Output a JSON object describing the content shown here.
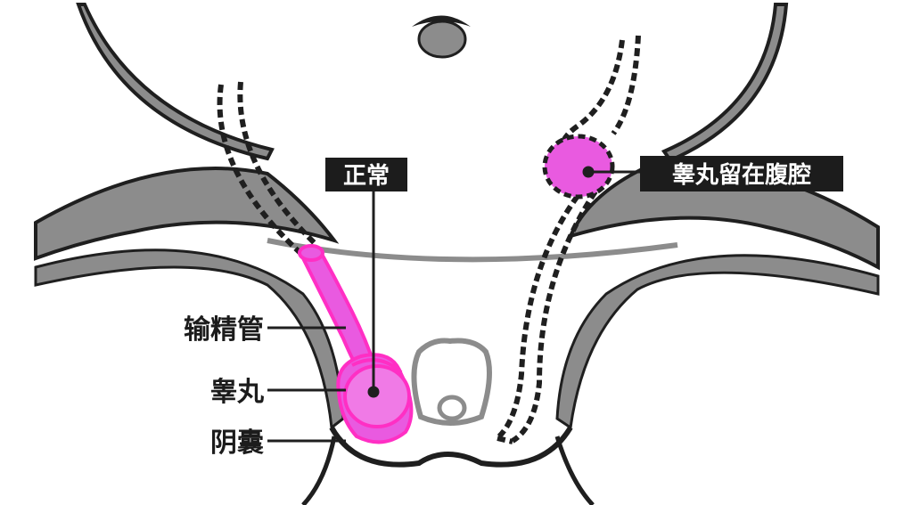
{
  "labels": {
    "normal": "正常",
    "undescended": "睾丸留在腹腔",
    "vas_deferens": "输精管",
    "testis": "睾丸",
    "scrotum": "阴囊"
  },
  "colors": {
    "background": "#ffffff",
    "body_outline": "#1f1f1f",
    "body_shading": "#8c8c8c",
    "testis_fill": "#e95ae0",
    "testis_outline": "#ff2fc4",
    "label_box": "#1c1c1c"
  }
}
